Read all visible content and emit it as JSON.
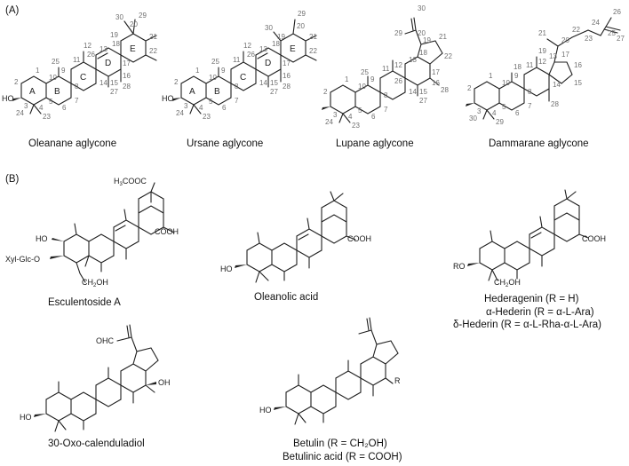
{
  "panels": {
    "a": "(A)",
    "b": "(B)"
  },
  "aglycones": [
    {
      "name": "Oleanane aglycone",
      "rings": [
        "A",
        "B",
        "C",
        "D",
        "E"
      ],
      "numbers": [
        "1",
        "2",
        "3",
        "4",
        "5",
        "6",
        "7",
        "8",
        "9",
        "10",
        "11",
        "12",
        "13",
        "14",
        "15",
        "16",
        "17",
        "18",
        "19",
        "20",
        "21",
        "22",
        "23",
        "24",
        "25",
        "26",
        "27",
        "28",
        "29",
        "30"
      ]
    },
    {
      "name": "Ursane aglycone",
      "rings": [
        "A",
        "B",
        "C",
        "D",
        "E"
      ],
      "numbers": [
        "1",
        "2",
        "3",
        "4",
        "5",
        "6",
        "7",
        "8",
        "9",
        "10",
        "11",
        "12",
        "13",
        "14",
        "15",
        "16",
        "17",
        "18",
        "19",
        "20",
        "21",
        "22",
        "23",
        "24",
        "25",
        "26",
        "27",
        "28",
        "29",
        "30"
      ]
    },
    {
      "name": "Lupane aglycone",
      "numbers": [
        "1",
        "2",
        "3",
        "4",
        "5",
        "6",
        "7",
        "8",
        "9",
        "10",
        "11",
        "12",
        "13",
        "14",
        "15",
        "16",
        "17",
        "18",
        "19",
        "20",
        "21",
        "22",
        "23",
        "24",
        "25",
        "26",
        "27",
        "28",
        "29",
        "30"
      ]
    },
    {
      "name": "Dammarane aglycone",
      "numbers": [
        "1",
        "2",
        "3",
        "4",
        "5",
        "6",
        "7",
        "8",
        "9",
        "10",
        "11",
        "12",
        "13",
        "14",
        "15",
        "16",
        "17",
        "18",
        "19",
        "20",
        "21",
        "22",
        "23",
        "24",
        "25",
        "26",
        "27",
        "28",
        "29",
        "30"
      ]
    }
  ],
  "atoms": {
    "ho": "HO",
    "cooh": "COOH",
    "ro": "RO",
    "ch2oh": "CH",
    "ch2oh_2": "2",
    "ch2oh_oh": "OH",
    "h3cooc": "H",
    "h3cooc_3": "3",
    "h3cooc_rest": "COOC",
    "xyl": "Xyl-Glc-O",
    "ohc": "OHC",
    "oh": "OH",
    "r": "R"
  },
  "compounds": [
    {
      "name": "Esculentoside A"
    },
    {
      "name": "Oleanolic acid"
    },
    {
      "lines": [
        "Hederagenin (R = H)",
        "α-Hederin (R = α-L-Ara)",
        "δ-Hederin (R = α-L-Rha-α-L-Ara)"
      ]
    },
    {
      "name": "30-Oxo-calenduladiol"
    },
    {
      "lines": [
        "Betulin (R = CH₂OH)",
        "Betulinic acid (R = COOH)"
      ]
    }
  ]
}
